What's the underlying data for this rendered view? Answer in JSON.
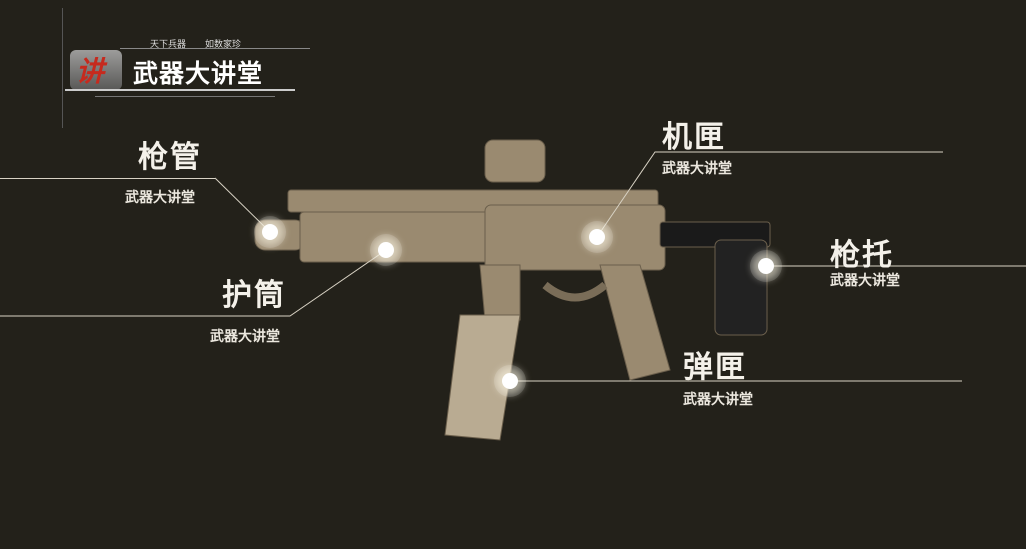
{
  "logo": {
    "slogan_left": "天下兵器",
    "slogan_right": "如数家珍",
    "name": "武器大讲堂",
    "emblem_char": "讲"
  },
  "callouts": [
    {
      "title": "枪管",
      "subtitle": "武器大讲堂"
    },
    {
      "title": "护筒",
      "subtitle": "武器大讲堂"
    },
    {
      "title": "机匣",
      "subtitle": "武器大讲堂"
    },
    {
      "title": "枪托",
      "subtitle": "武器大讲堂"
    },
    {
      "title": "弹匣",
      "subtitle": "武器大讲堂"
    }
  ],
  "colors": {
    "background": "#23211a",
    "weapon": "#9a8a70",
    "accent_red": "#c62a1e"
  }
}
